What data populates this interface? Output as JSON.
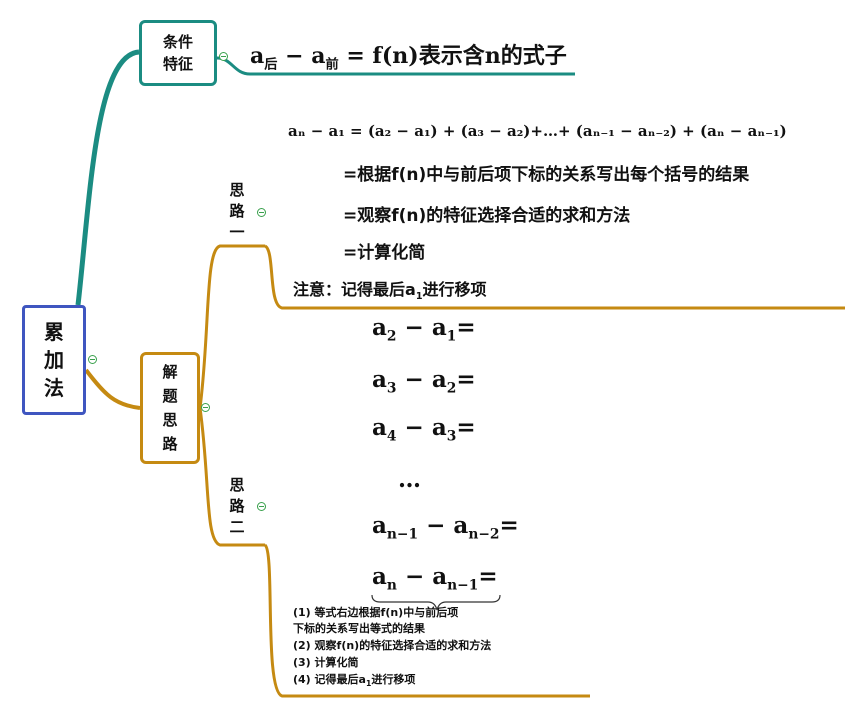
{
  "root": {
    "lines": [
      "累",
      "加",
      "法"
    ]
  },
  "branch_feature": {
    "lines": [
      "条件",
      "特征"
    ]
  },
  "feature_formula": {
    "a": "a",
    "sub_after": "后",
    "minus": " − ",
    "sub_before": "前",
    "rest": " = f(n)表示含n的式子"
  },
  "branch_method": {
    "lines": [
      "解",
      "题",
      "思",
      "路"
    ]
  },
  "idea1": {
    "label": [
      "思",
      "路",
      "一"
    ],
    "sum_formula": "aₙ − a₁ = (a₂ − a₁) + (a₃ − a₂)+…+ (aₙ₋₁ − aₙ₋₂) + (aₙ − aₙ₋₁)",
    "steps": [
      "=根据f(n)中与前后项下标的关系写出每个括号的结果",
      "=观察f(n)的特征选择合适的求和方法",
      "=计算化简"
    ],
    "note_pre": "注意：记得最后a",
    "note_sub": "1",
    "note_post": "进行移项"
  },
  "idea2": {
    "label": [
      "思",
      "路",
      "二"
    ],
    "equations": [
      {
        "a": "a",
        "i": "2",
        "b": "a",
        "j": "1"
      },
      {
        "a": "a",
        "i": "3",
        "b": "a",
        "j": "2"
      },
      {
        "a": "a",
        "i": "4",
        "b": "a",
        "j": "3"
      },
      {
        "a": "a",
        "i": "n−1",
        "b": "a",
        "j": "n−2"
      },
      {
        "a": "a",
        "i": "n",
        "b": "a",
        "j": "n−1"
      }
    ],
    "minus": " − ",
    "equals": "=",
    "ellipsis": "…",
    "notes": [
      "(1) 等式右边根据f(n)中与前后项",
      "下标的关系写出等式的结果",
      "(2) 观察f(n)的特征选择合适的求和方法",
      "(3) 计算化简"
    ],
    "note4_pre": "(4) 记得最后a",
    "note4_sub": "1",
    "note4_post": "进行移项"
  },
  "colors": {
    "root_border": "#3f56c0",
    "teal": "#1b8c82",
    "gold": "#c58a12",
    "toggle": "#3aa14d"
  }
}
